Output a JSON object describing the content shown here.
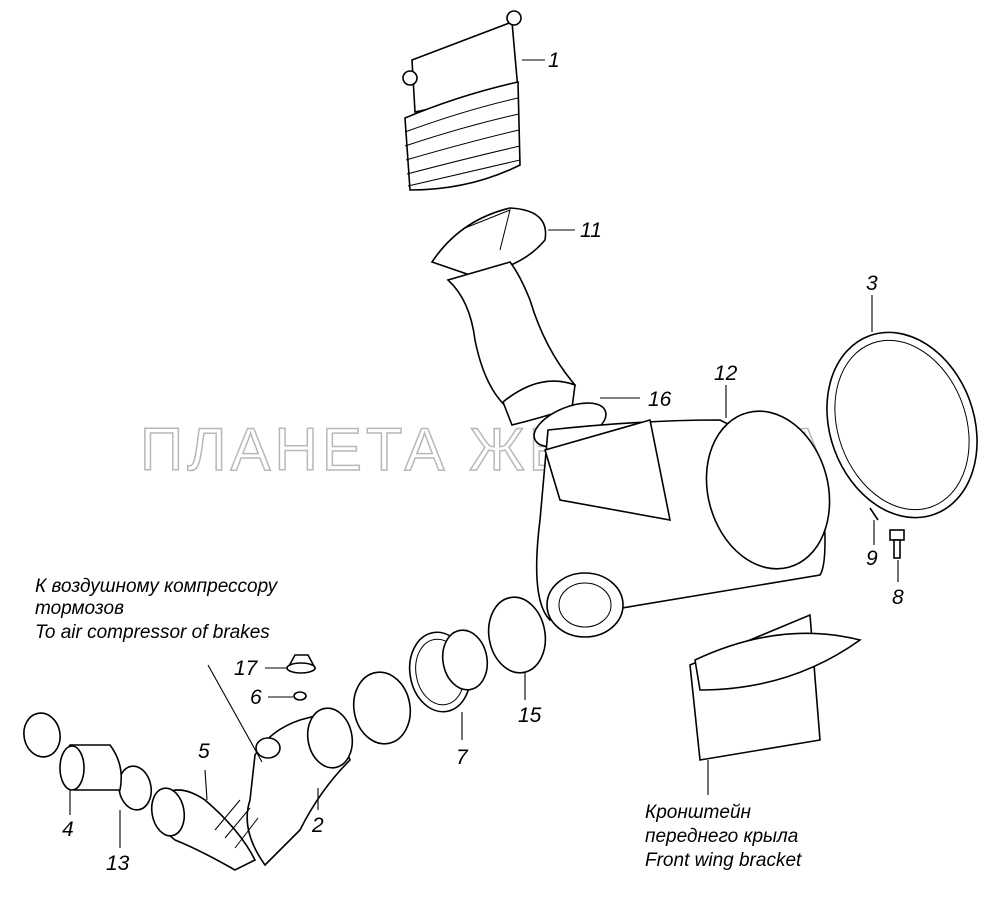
{
  "watermark": "ПЛАНЕТА ЖЕЛЕЗЯКА",
  "labels": {
    "p1": "1",
    "p2": "2",
    "p3": "3",
    "p4": "4",
    "p5": "5",
    "p6": "6",
    "p7": "7",
    "p8": "8",
    "p9": "9",
    "p11": "11",
    "p12": "12",
    "p13": "13",
    "p15": "15",
    "p16": "16",
    "p17": "17"
  },
  "notes": {
    "compressor_ru_1": "К воздушному компрессору",
    "compressor_ru_2": "тормозов",
    "compressor_en": "To air compressor of brakes",
    "bracket_ru_1": "Кронштейн",
    "bracket_ru_2": "переднего крыла",
    "bracket_en": "Front wing bracket"
  }
}
